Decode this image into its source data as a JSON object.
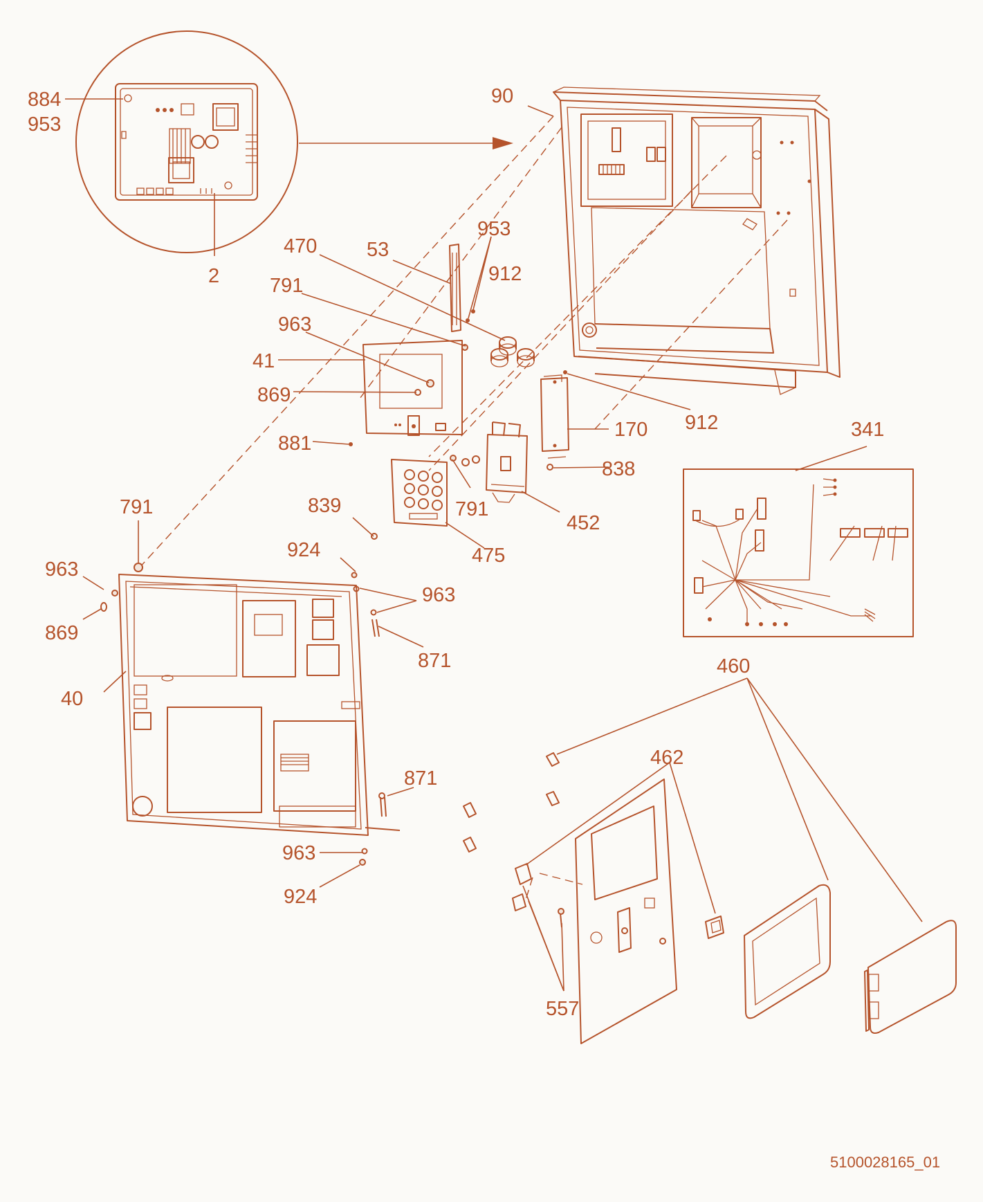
{
  "colors": {
    "accent": "#b5532b",
    "background": "#fbfaf7"
  },
  "callouts": {
    "c884": "884",
    "c953a": "953",
    "c2": "2",
    "c90": "90",
    "c470": "470",
    "c53": "53",
    "c953b": "953",
    "c912a": "912",
    "c791a": "791",
    "c963a": "963",
    "c41": "41",
    "c869a": "869",
    "c881": "881",
    "c912b": "912",
    "c170": "170",
    "c838": "838",
    "c341": "341",
    "c839": "839",
    "c791b": "791",
    "c452": "452",
    "c475": "475",
    "c791c": "791",
    "c963b": "963",
    "c869b": "869",
    "c924a": "924",
    "c963c": "963",
    "c871a": "871",
    "c40": "40",
    "c460": "460",
    "c462": "462",
    "c871b": "871",
    "c963d": "963",
    "c924b": "924",
    "c557": "557"
  },
  "document_id": "5100028165_01"
}
